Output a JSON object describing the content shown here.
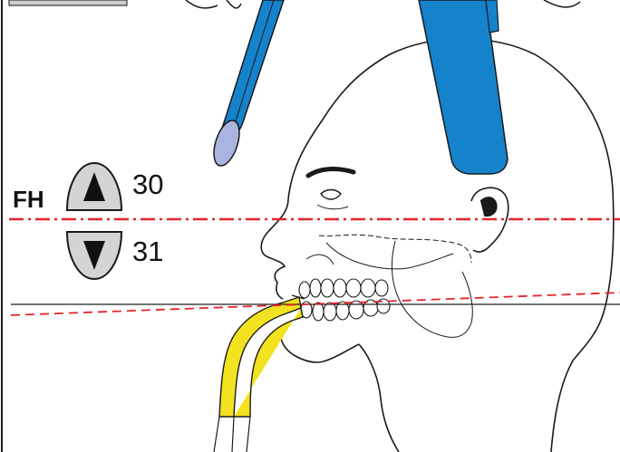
{
  "labels": {
    "fh": "FH"
  },
  "controls": {
    "up_value": "30",
    "down_value": "31",
    "up_icon": "triangle-up-icon",
    "down_icon": "triangle-down-icon"
  },
  "colors": {
    "frankfort_plane_line": "#e4242c",
    "occlusal_plane_line": "#e4242c",
    "reference_line": "#222222",
    "head_support": "#1582cc",
    "bite_block": "#f2e21f",
    "button_fill": "#d4d4d4",
    "outline": "#1a1a1a"
  }
}
